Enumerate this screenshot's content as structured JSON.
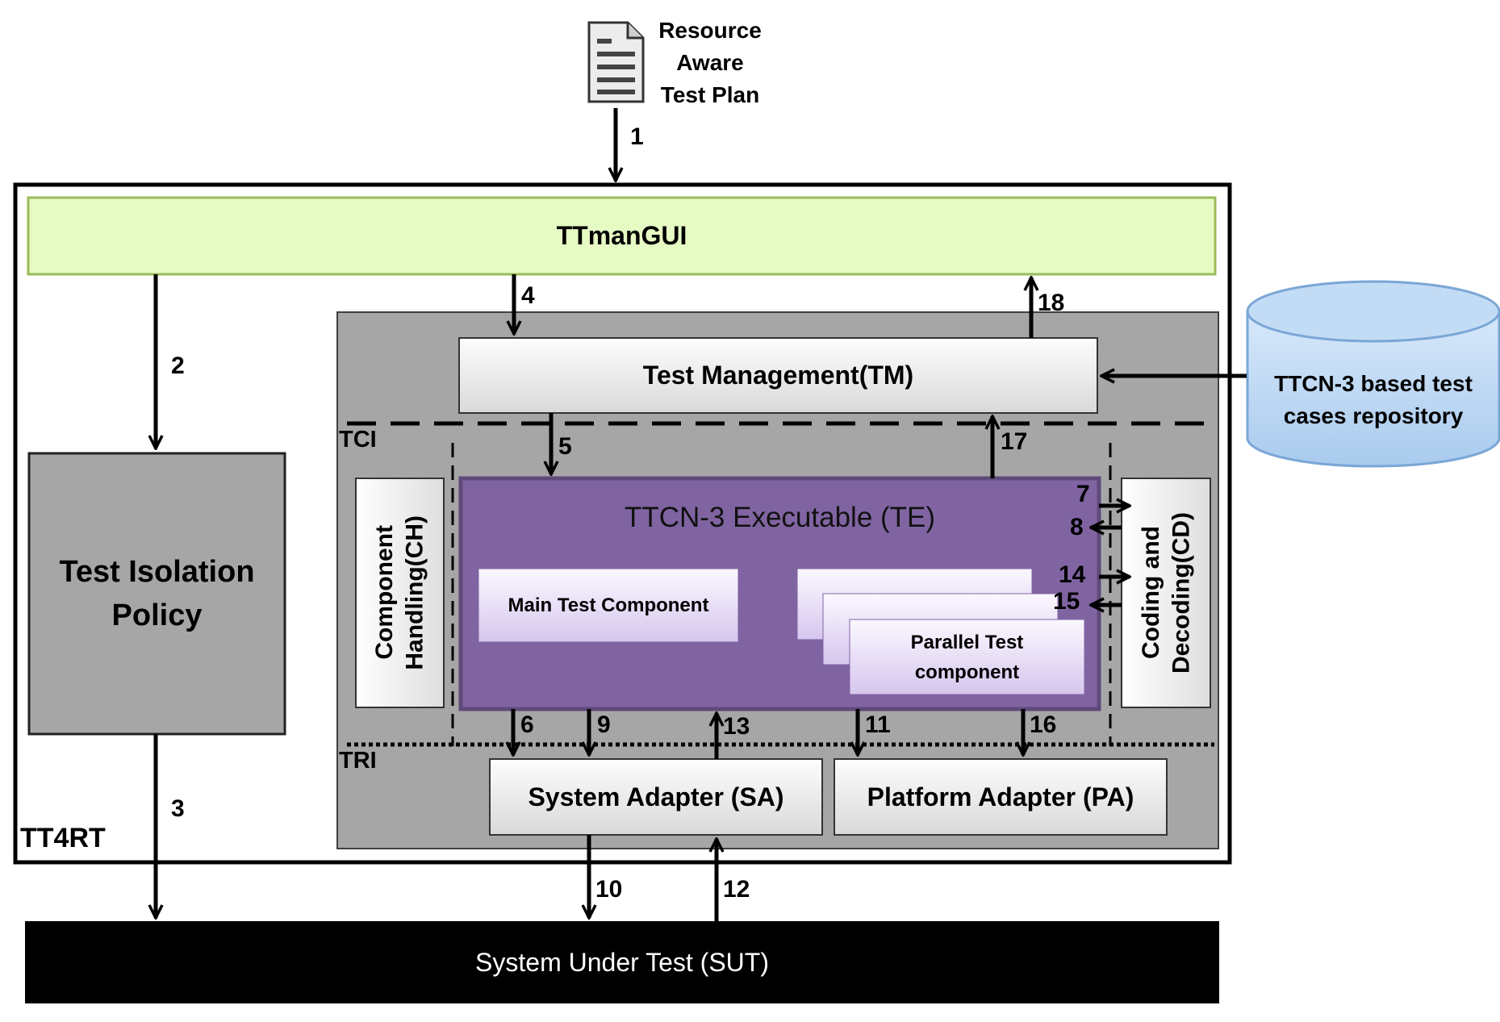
{
  "resource": {
    "label_lines": [
      "Resource",
      "Aware",
      "Test Plan"
    ],
    "icon": "document-icon"
  },
  "tt4rt_label": "TT4RT",
  "ttmangui": "TTmanGUI",
  "test_isolation_policy_lines": [
    "Test Isolation",
    "Policy"
  ],
  "test_management": "Test Management(TM)",
  "repository_lines": [
    "TTCN-3 based test",
    "cases repository"
  ],
  "tci": "TCI",
  "tri": "TRI",
  "component_handling_lines": [
    "Component",
    "Handling(CH)"
  ],
  "coding_decoding_lines": [
    "Coding and",
    "Decoding(CD)"
  ],
  "te_title": "TTCN-3 Executable (TE)",
  "main_test_component": "Main Test Component",
  "parallel_test_component_lines": [
    "Parallel Test",
    "component"
  ],
  "system_adapter": "System Adapter (SA)",
  "platform_adapter": "Platform Adapter (PA)",
  "sut": "System Under Test (SUT)",
  "arrows": {
    "a1": "1",
    "a2": "2",
    "a3": "3",
    "a4": "4",
    "a5": "5",
    "a6": "6",
    "a7": "7",
    "a8": "8",
    "a9": "9",
    "a10": "10",
    "a11": "11",
    "a12": "12",
    "a13": "13",
    "a14": "14",
    "a15": "15",
    "a16": "16",
    "a17": "17",
    "a18": "18"
  },
  "colors": {
    "ttmangui_fill": "#e6fbc4",
    "ttmangui_border": "#9bbb59",
    "gray_panel": "#a6a6a6",
    "tip_box": "#a6a6a6",
    "te_fill": "#8064a2",
    "te_border": "#604a7b",
    "component_fill": "#ece4f6",
    "sut_fill": "#000000",
    "repo_fill": "#bcd7f3",
    "repo_border": "#7aa6d6"
  }
}
